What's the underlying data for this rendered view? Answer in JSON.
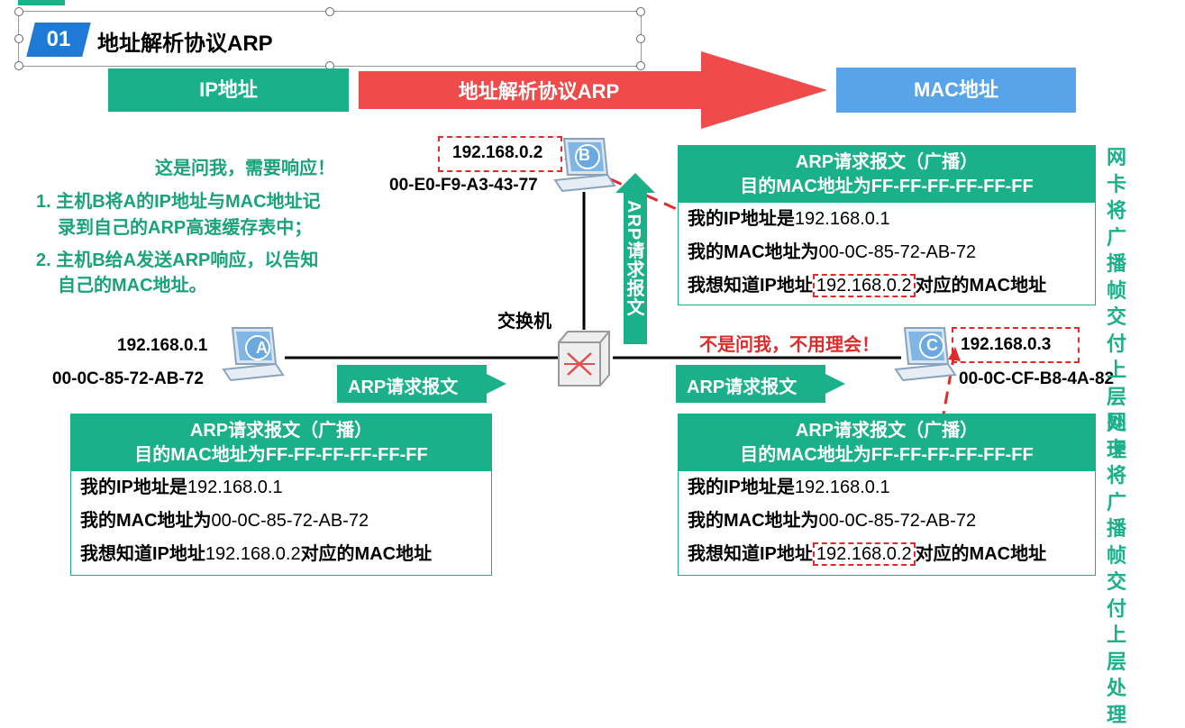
{
  "title": {
    "number": "01",
    "text": "地址解析协议ARP"
  },
  "flow": {
    "left": "IP地址",
    "arrow": "地址解析协议ARP",
    "right": "MAC地址"
  },
  "notes": {
    "heading": "这是问我，需要响应！",
    "line1a": "1. 主机B将A的IP地址与MAC地址记",
    "line1b": "录到自己的ARP高速缓存表中；",
    "line2a": "2. 主机B给A发送ARP响应，以告知",
    "line2b": "自己的MAC地址。"
  },
  "hostA": {
    "label": "A",
    "ip": "192.168.0.1",
    "mac": "00-0C-85-72-AB-72"
  },
  "hostB": {
    "label": "B",
    "ip": "192.168.0.2",
    "mac": "00-E0-F9-A3-43-77"
  },
  "hostC": {
    "label": "C",
    "ip": "192.168.0.3",
    "mac": "00-0C-CF-B8-4A-82"
  },
  "switch_label": "交换机",
  "arrow_label": "ARP请求报文",
  "vertical_label": "ARP请求报文",
  "red_note": "不是问我，不用理会！",
  "packet": {
    "head1": "ARP请求报文（广播）",
    "head2": "目的MAC地址为FF-FF-FF-FF-FF-FF",
    "ip_prefix": "我的IP地址是",
    "ip_value": "192.168.0.1",
    "mac_prefix": "我的MAC地址为",
    "mac_value": "00-0C-85-72-AB-72",
    "ask_prefix": "我想知道IP地址",
    "ask_value": "192.168.0.2",
    "ask_suffix": "对应的MAC地址"
  },
  "nic_note": [
    "网卡",
    "将广",
    "播帧",
    "交付",
    "上层",
    "处理"
  ],
  "colors": {
    "green": "#19b08a",
    "red": "#e02b2b",
    "blue": "#57a4e8",
    "badge": "#1f7ad6"
  }
}
